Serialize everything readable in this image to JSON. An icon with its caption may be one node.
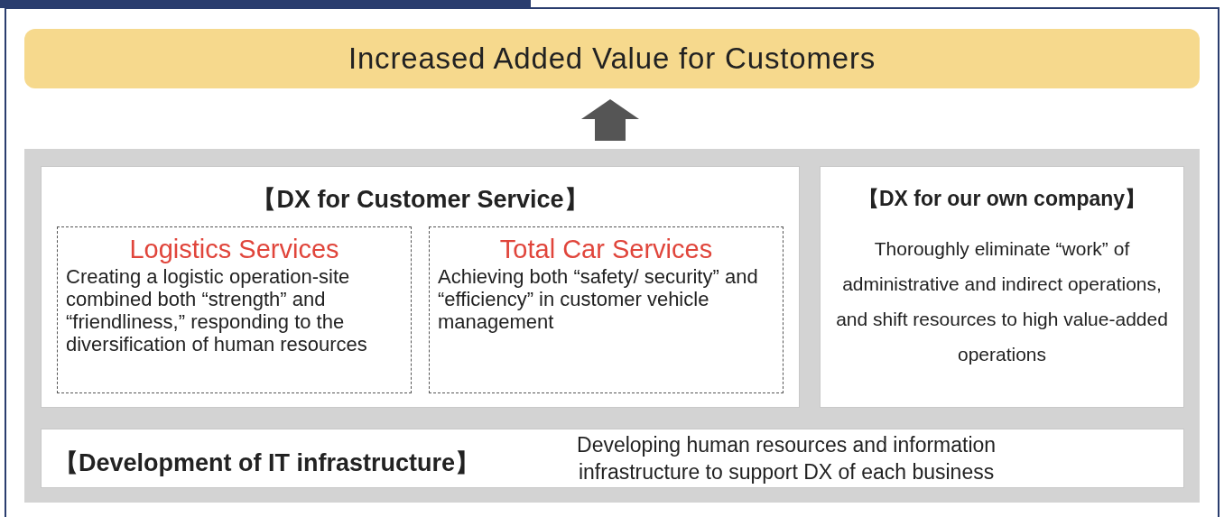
{
  "diagram": {
    "nodes": [
      {
        "text": [
          "Increased Added Value for Customers"
        ]
      },
      {
        "text": [],
        "shape": "box"
      },
      {
        "text": [
          "【DX for Customer Service】"
        ],
        "in": 1
      },
      {
        "text": [
          "Logistics Services",
          "Creating a logistic operation-site combined both “strength” and “friendliness,” responding to the diversification of human resources"
        ],
        "in": 2
      },
      {
        "text": [
          "Total Car Services",
          "Achieving both “safety/ security” and “efficiency” in customer vehicle management"
        ],
        "in": 2
      },
      {
        "text": [
          "【DX for our own company】",
          "Thoroughly eliminate “work” of administrative and indirect operations, and shift resources to high value-added operations"
        ],
        "in": 1
      },
      {
        "text": [
          "【Development of IT infrastructure】",
          "Developing human resources and information infrastructure to support DX of each business"
        ],
        "in": 1
      }
    ],
    "edges": [
      {
        "from": 1,
        "to": 0,
        "arrow": "to",
        "color": "#555555"
      }
    ]
  }
}
